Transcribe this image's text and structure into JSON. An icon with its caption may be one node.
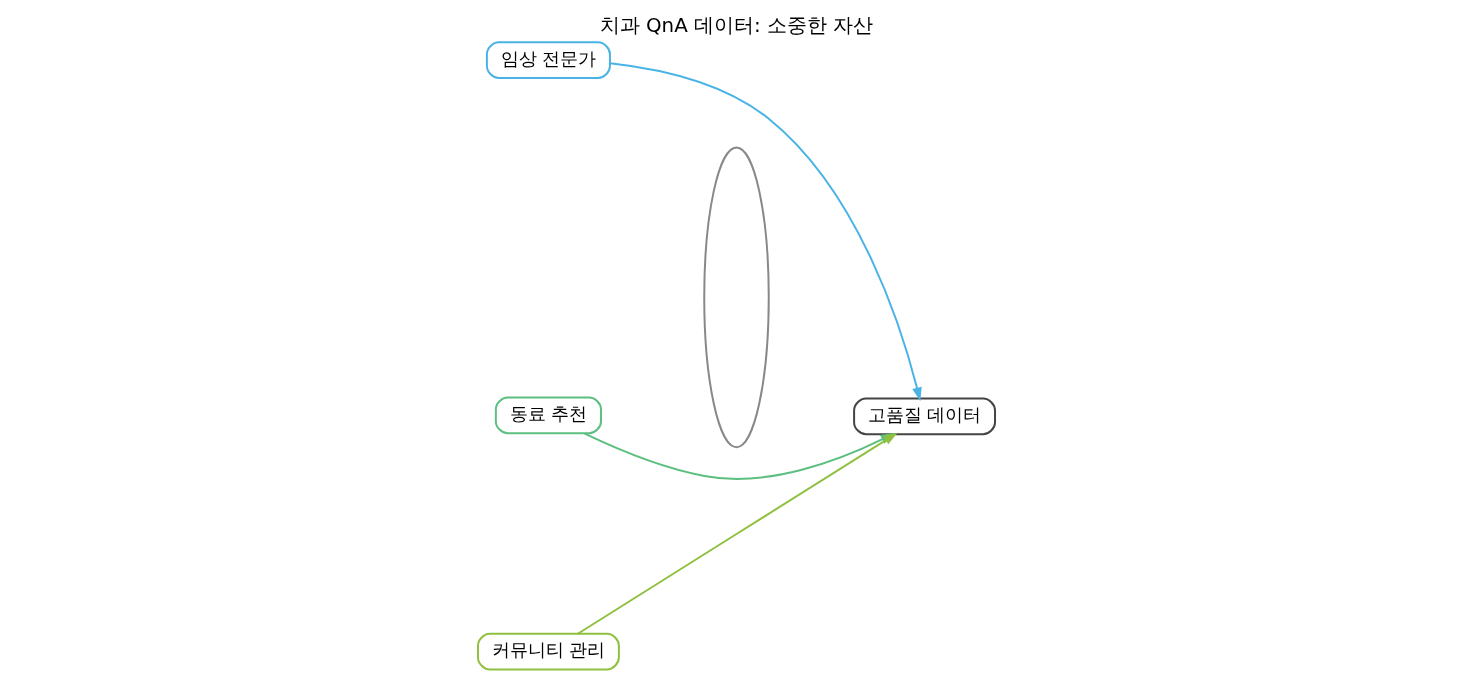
{
  "diagram": {
    "title": "치과 QnA 데이터: 소중한 자산",
    "nodes": [
      {
        "text": [
          "임상 전문가"
        ]
      },
      {
        "text": [
          "동료 추천"
        ]
      },
      {
        "text": [
          "커뮤니티 관리"
        ]
      },
      {
        "text": [],
        "shape": "ellipse"
      },
      {
        "text": [
          "고품질 데이터"
        ]
      }
    ],
    "edges": [
      {
        "from": 0,
        "to": 4,
        "arrow": "to",
        "color": "#4ab3e6"
      },
      {
        "from": 1,
        "to": 4,
        "arrow": "to",
        "color": "#5cbf7f"
      },
      {
        "from": 2,
        "to": 4,
        "arrow": "to",
        "color": "#8fc040"
      }
    ]
  }
}
